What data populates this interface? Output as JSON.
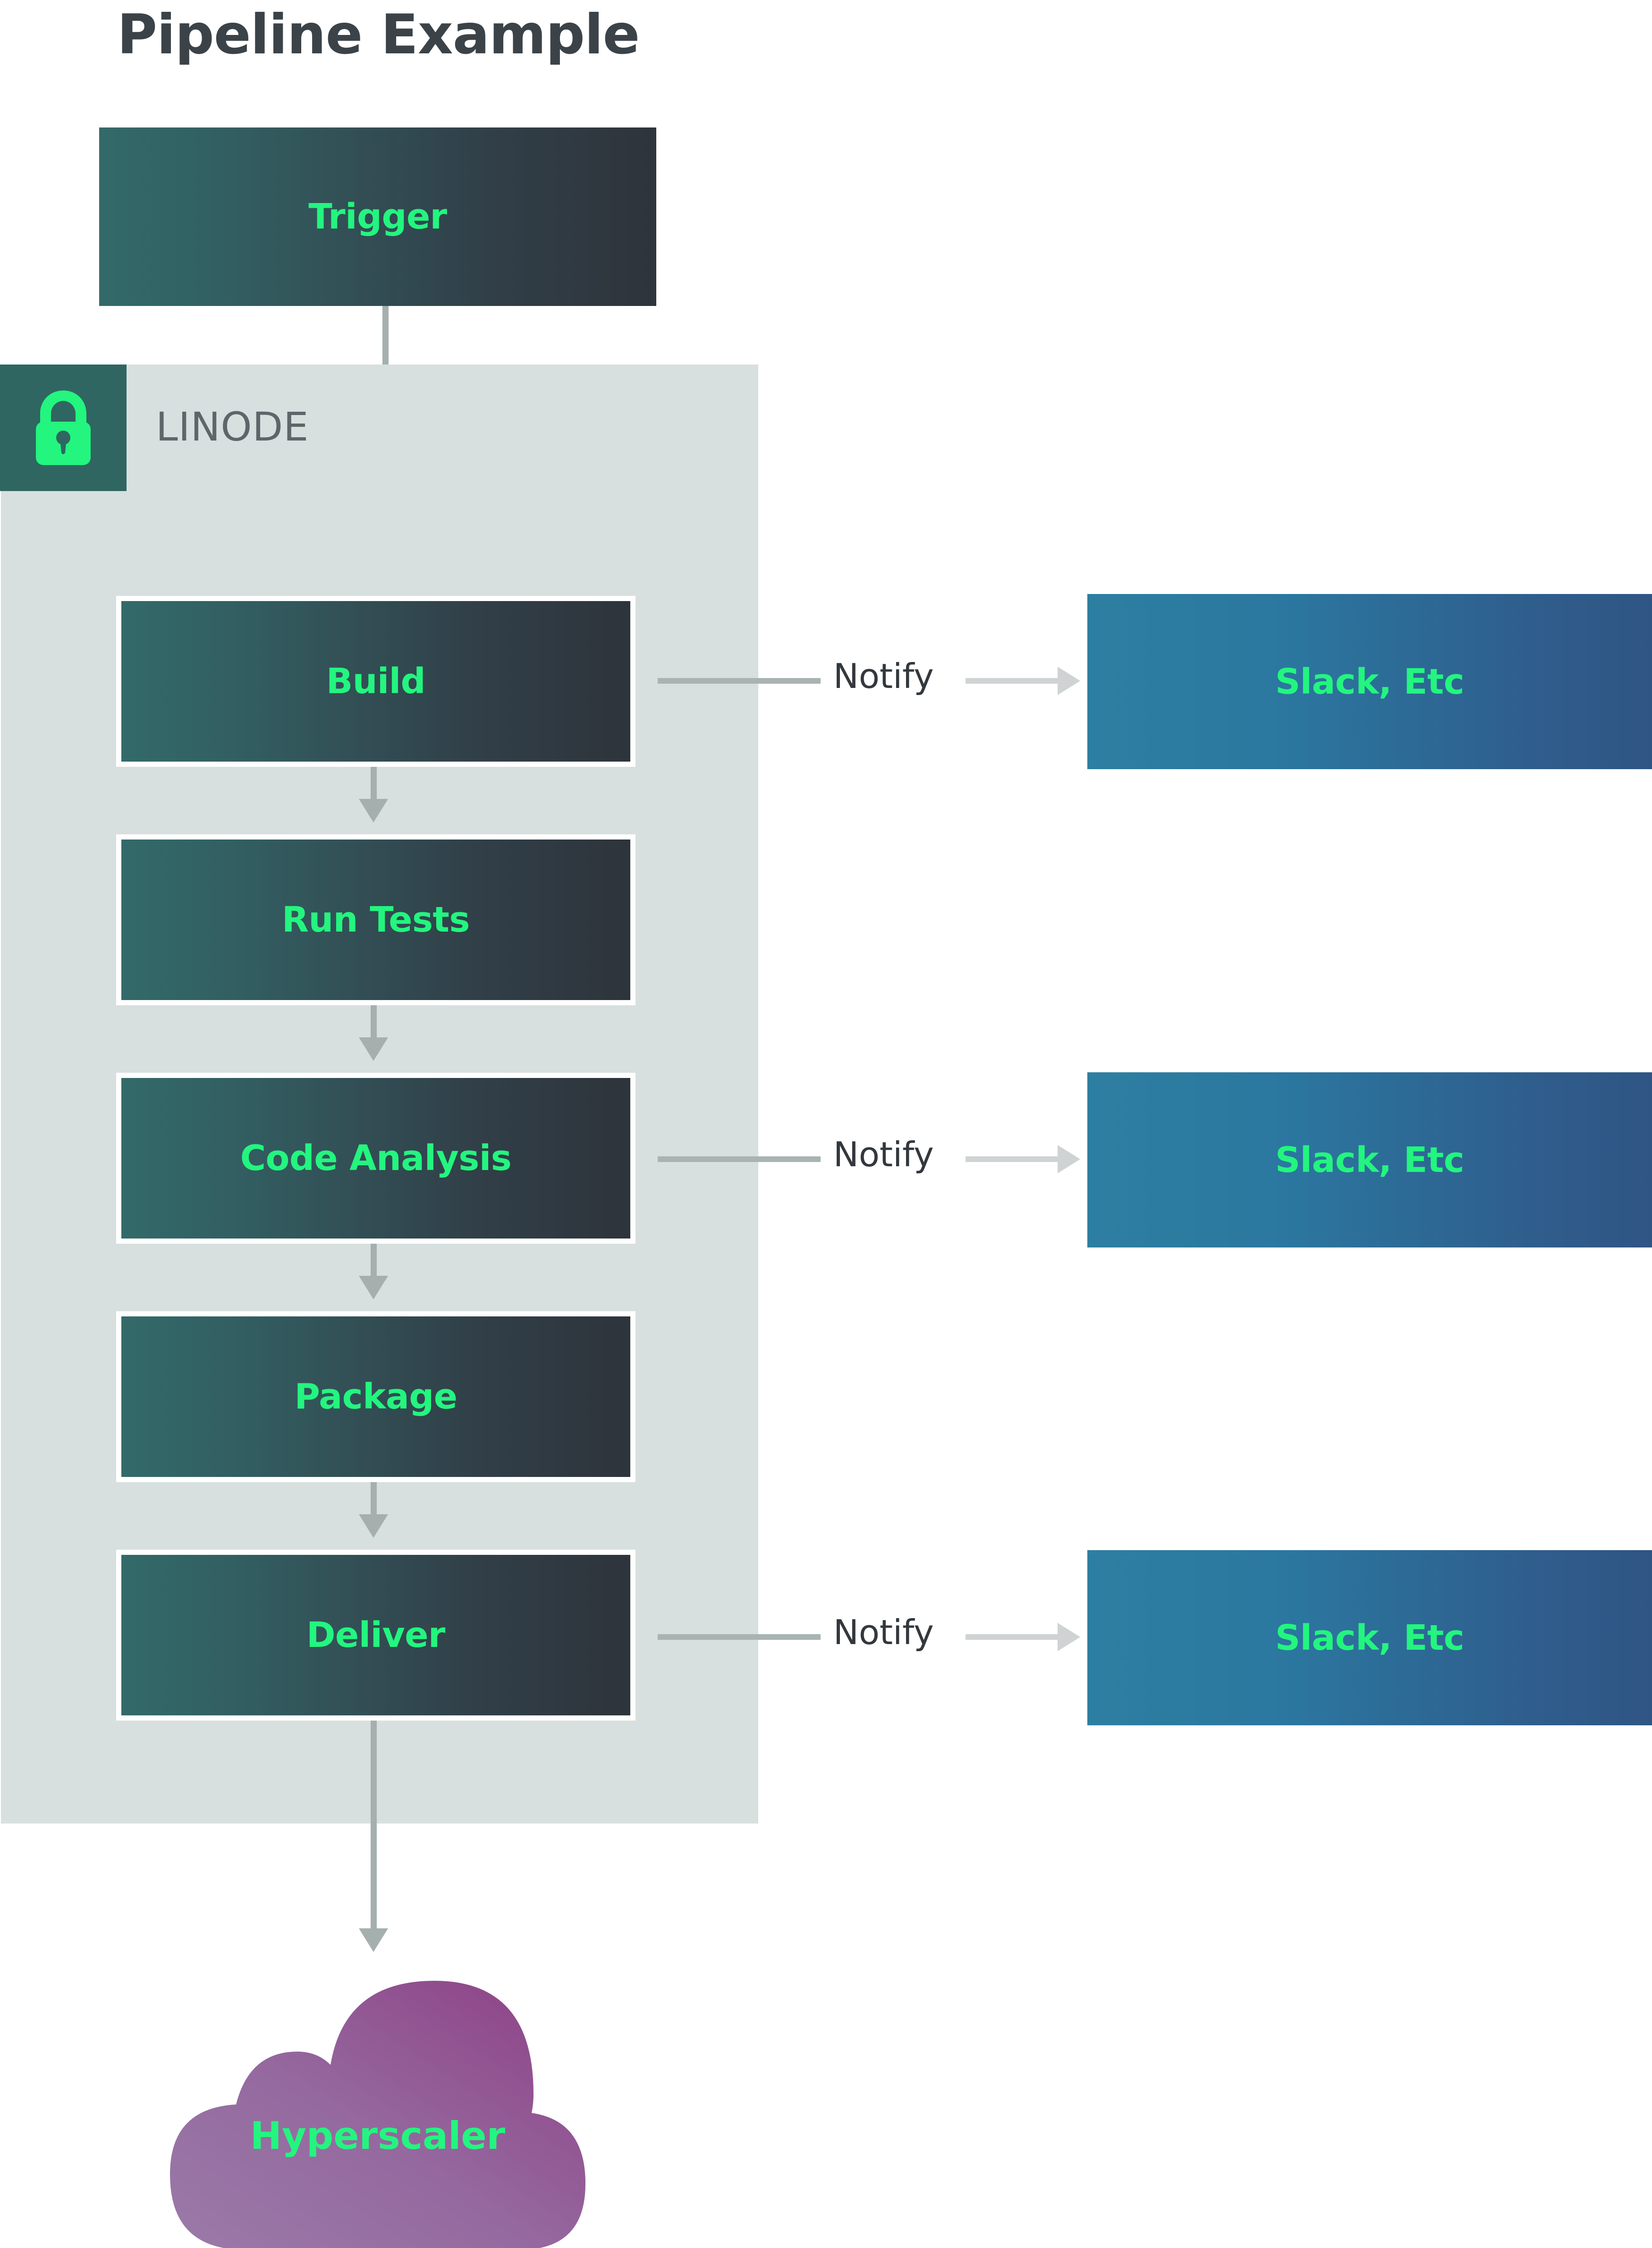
{
  "title": "Pipeline Example",
  "zone": {
    "label": "LINODE",
    "icon": "lock-icon",
    "bg_color": "#d7e0de",
    "badge_color": "#2f6661",
    "icon_color": "#23f57f"
  },
  "colors": {
    "accent_green": "#23f57f",
    "title": "#3b4349",
    "stage_gradient_from": "#336a69",
    "stage_gradient_to": "#2e343b",
    "notify_gradient_from": "#2d7fa1",
    "notify_gradient_to": "#2f5584",
    "connector": "#a5b0ae",
    "arrow_light": "#cfd3d4",
    "cloud_from": "#9a7aa8",
    "cloud_to": "#8e3f85"
  },
  "trigger": {
    "label": "Trigger"
  },
  "stages": [
    {
      "label": "Build"
    },
    {
      "label": "Run Tests"
    },
    {
      "label": "Code Analysis"
    },
    {
      "label": "Package"
    },
    {
      "label": "Deliver"
    }
  ],
  "notify_links": [
    {
      "label": "Notify",
      "target": "Slack, Etc"
    },
    {
      "label": "Notify",
      "target": "Slack, Etc"
    },
    {
      "label": "Notify",
      "target": "Slack, Etc"
    }
  ],
  "cloud": {
    "label": "Hyperscaler"
  }
}
